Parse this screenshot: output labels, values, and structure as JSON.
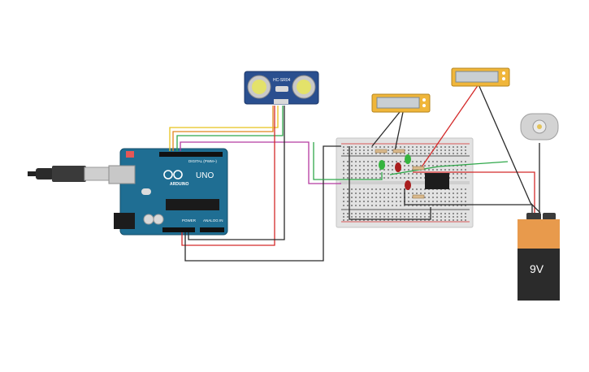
{
  "arduino": {
    "brand": "ARDUINO",
    "model": "UNO",
    "header_digital": "DIGITAL (PWM~)",
    "header_power": "POWER",
    "header_analog": "ANALOG IN",
    "color": "#1f6e93"
  },
  "sensor": {
    "model": "HC-SR04",
    "color": "#2a4f8f"
  },
  "battery": {
    "label": "9V",
    "top_color": "#e89a4c",
    "body_color": "#2b2b2b"
  },
  "breadboard": {
    "color": "#e2e2e2"
  },
  "wires": {
    "red": "#d42a2a",
    "black": "#2a2a2a",
    "green": "#2fa84a",
    "orange": "#e0861a",
    "yellow": "#e8c21c",
    "magenta": "#b53aa0"
  },
  "leds": {
    "green": "#36b43f",
    "red": "#a81e1e"
  }
}
